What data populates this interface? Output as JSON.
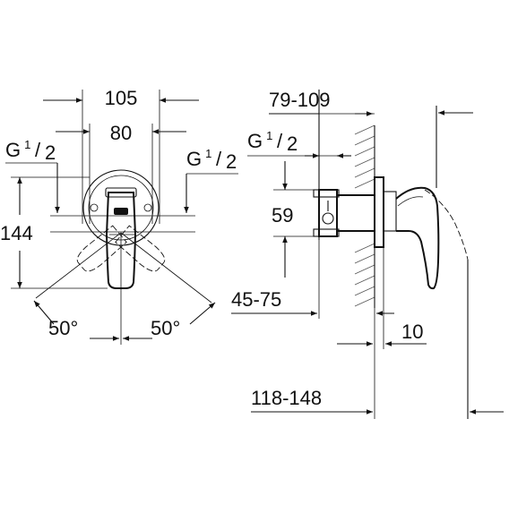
{
  "front_view": {
    "width_outer": "105",
    "width_inner": "80",
    "thread_left_main": "G",
    "thread_left_num": "1",
    "thread_left_den": "2",
    "thread_right_main": "G",
    "thread_right_num": "1",
    "thread_right_den": "2",
    "height": "144",
    "angle_left": "50°",
    "angle_right": "50°"
  },
  "side_view": {
    "depth_range": "79-109",
    "thread_main": "G",
    "thread_num": "1",
    "thread_den": "2",
    "connection_height": "59",
    "wall_range": "45-75",
    "offset": "10",
    "total_range": "118-148"
  }
}
